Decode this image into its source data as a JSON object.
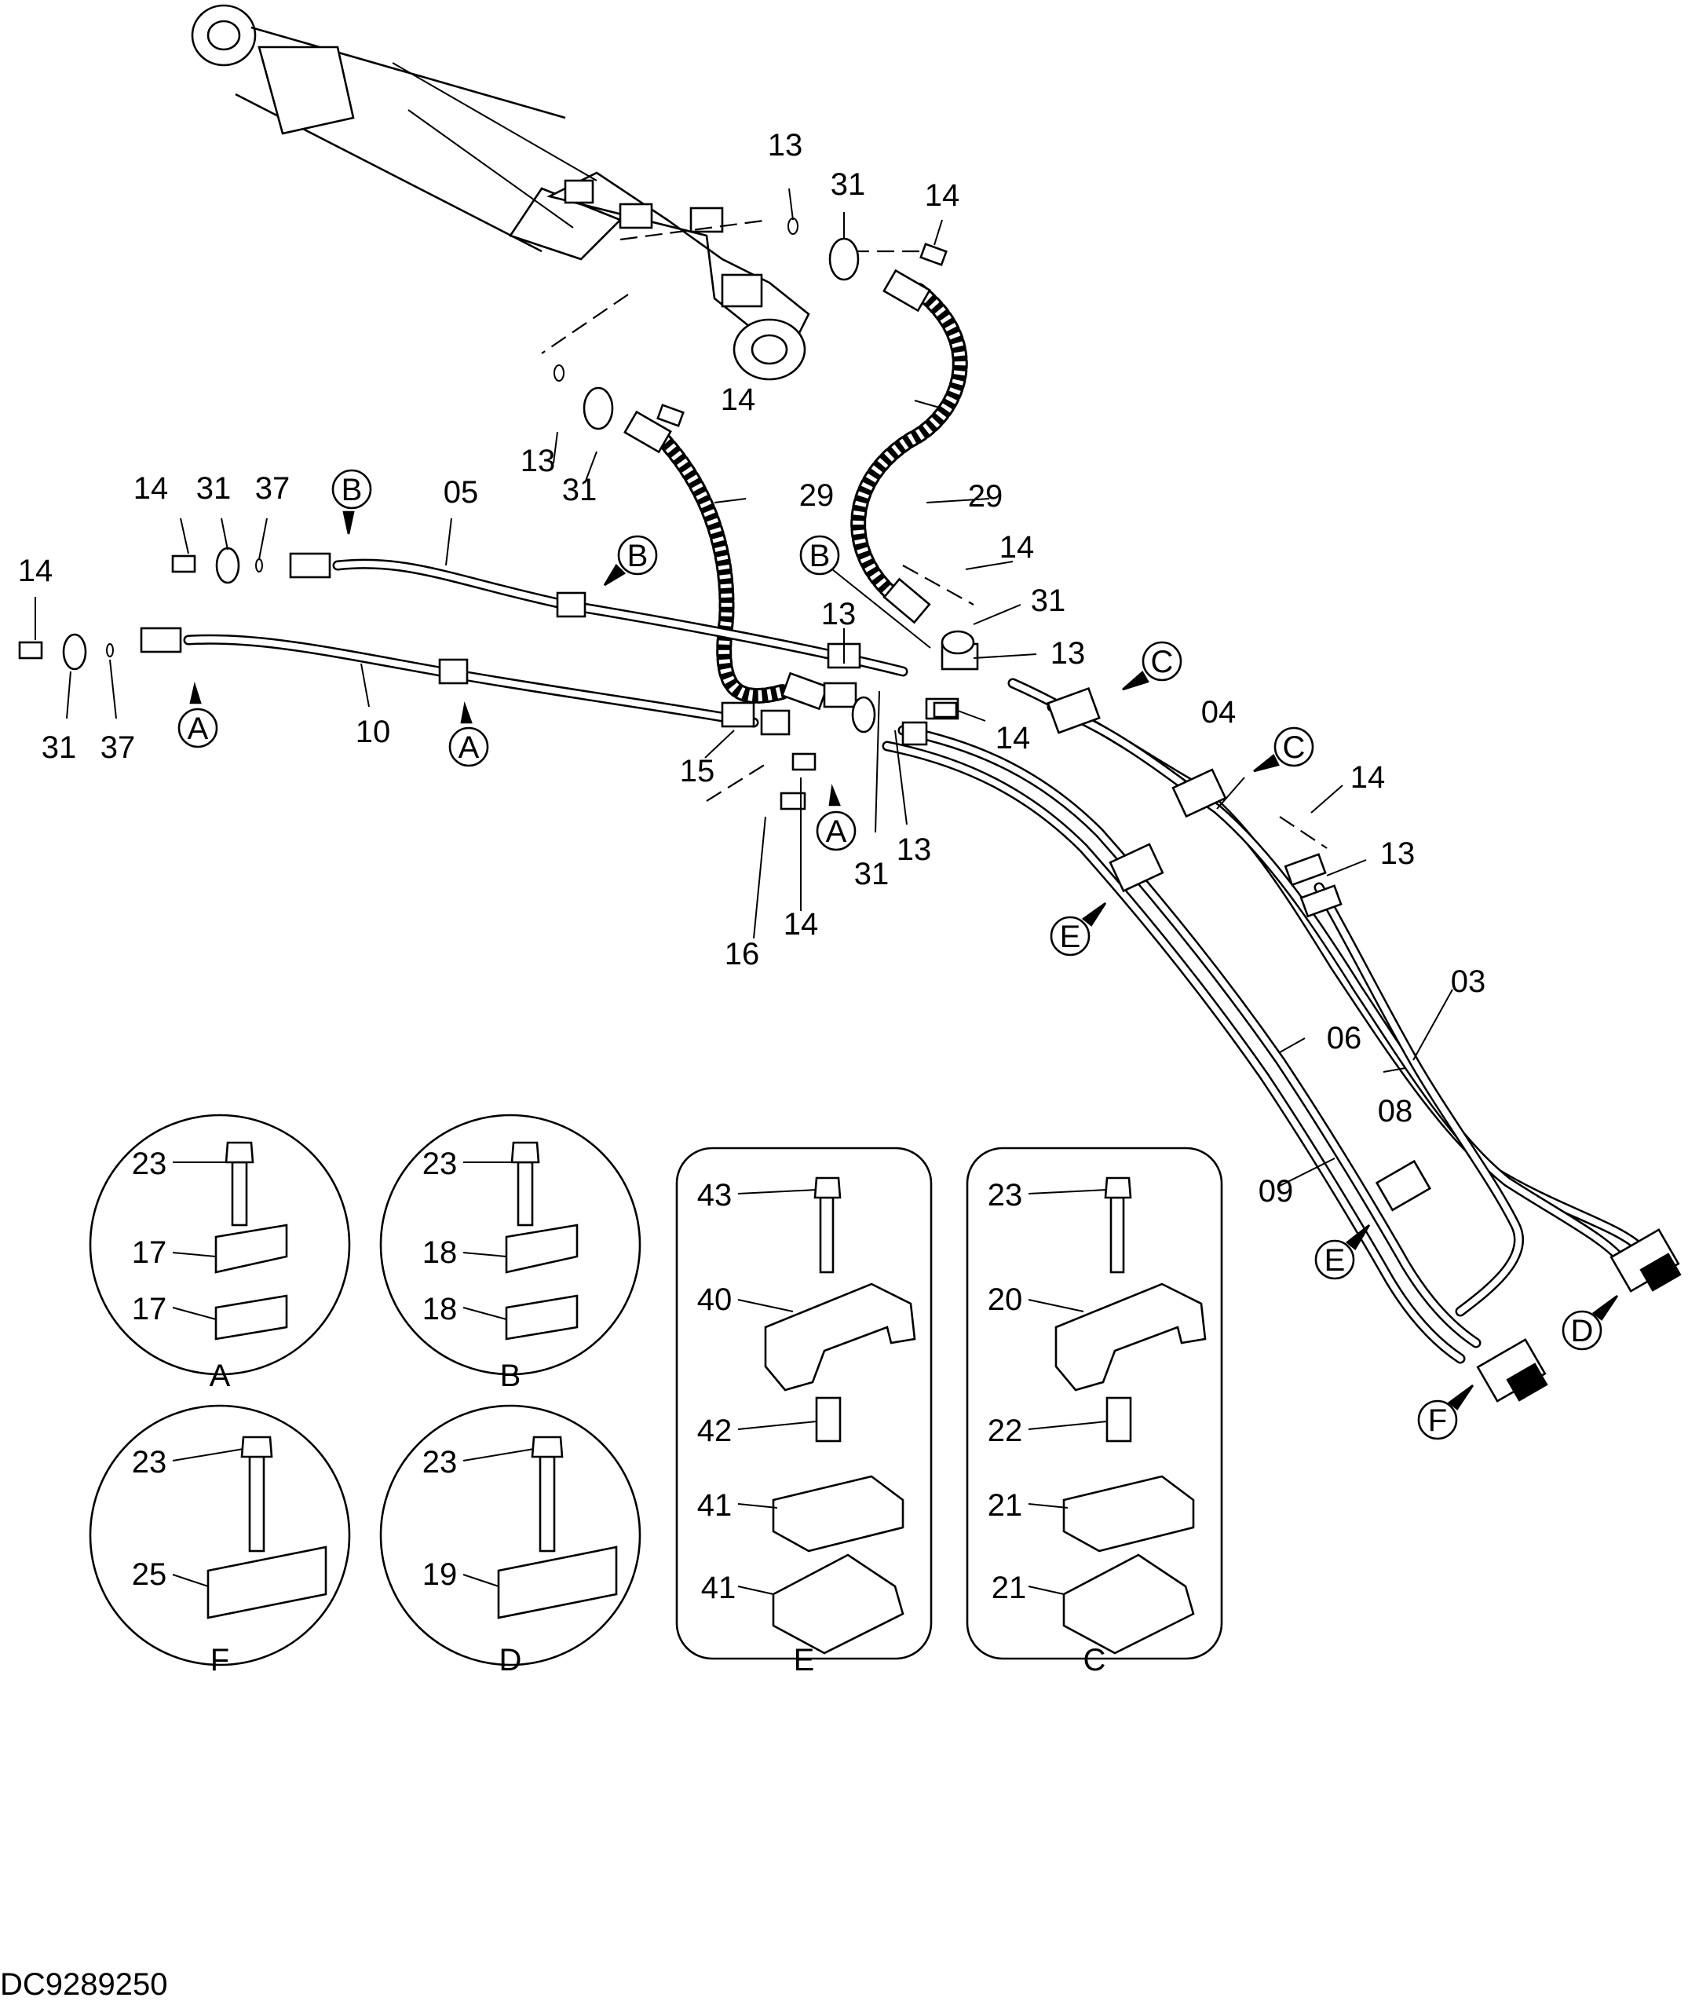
{
  "drawing_code": "DC9289250",
  "part_numbers": {
    "p03": "03",
    "p04": "04",
    "p05": "05",
    "p06": "06",
    "p08": "08",
    "p09": "09",
    "p10": "10",
    "p13": "13",
    "p14": "14",
    "p15": "15",
    "p16": "16",
    "p17": "17",
    "p18": "18",
    "p19": "19",
    "p20": "20",
    "p21": "21",
    "p22": "22",
    "p23": "23",
    "p25": "25",
    "p29": "29",
    "p31": "31",
    "p37": "37",
    "p40": "40",
    "p41": "41",
    "p42": "42",
    "p43": "43"
  },
  "detail_refs": {
    "A": "A",
    "B": "B",
    "C": "C",
    "D": "D",
    "E": "E",
    "F": "F"
  }
}
